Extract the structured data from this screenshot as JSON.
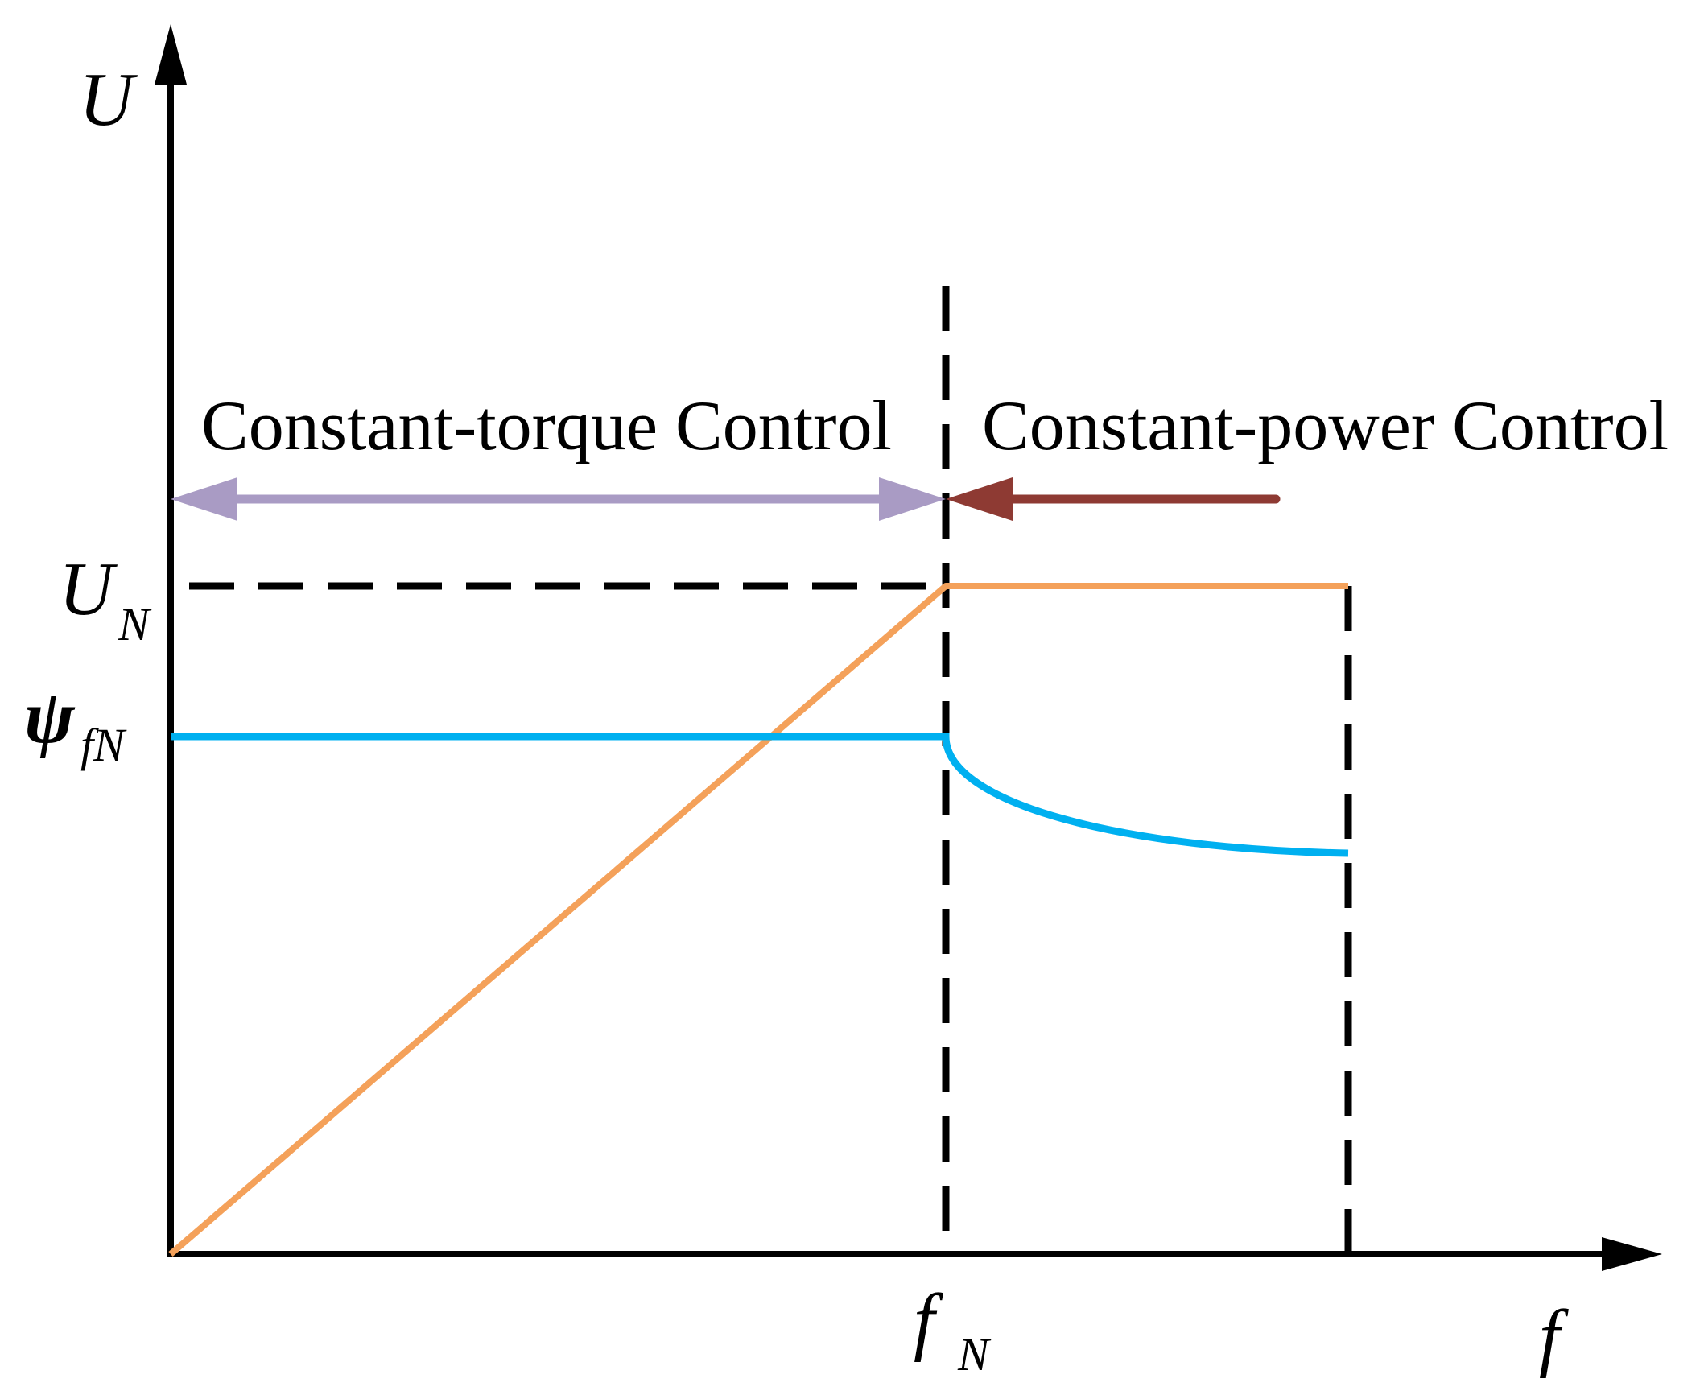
{
  "labels": {
    "y_axis": "U",
    "x_axis": "f",
    "u_rated_main": "U",
    "u_rated_sub": "N",
    "psi_main": "ψ",
    "psi_sub": "fN",
    "f_rated_main": "f",
    "f_rated_sub": "N"
  },
  "regions": {
    "constant_torque": "Constant-torque Control",
    "constant_power": "Constant-power Control"
  },
  "colors": {
    "axis": "#000000",
    "voltage_curve": "#F4A15A",
    "flux_curve": "#00B0F0",
    "torque_arrow": "#A99BC4",
    "power_arrow": "#8E3A33"
  }
}
